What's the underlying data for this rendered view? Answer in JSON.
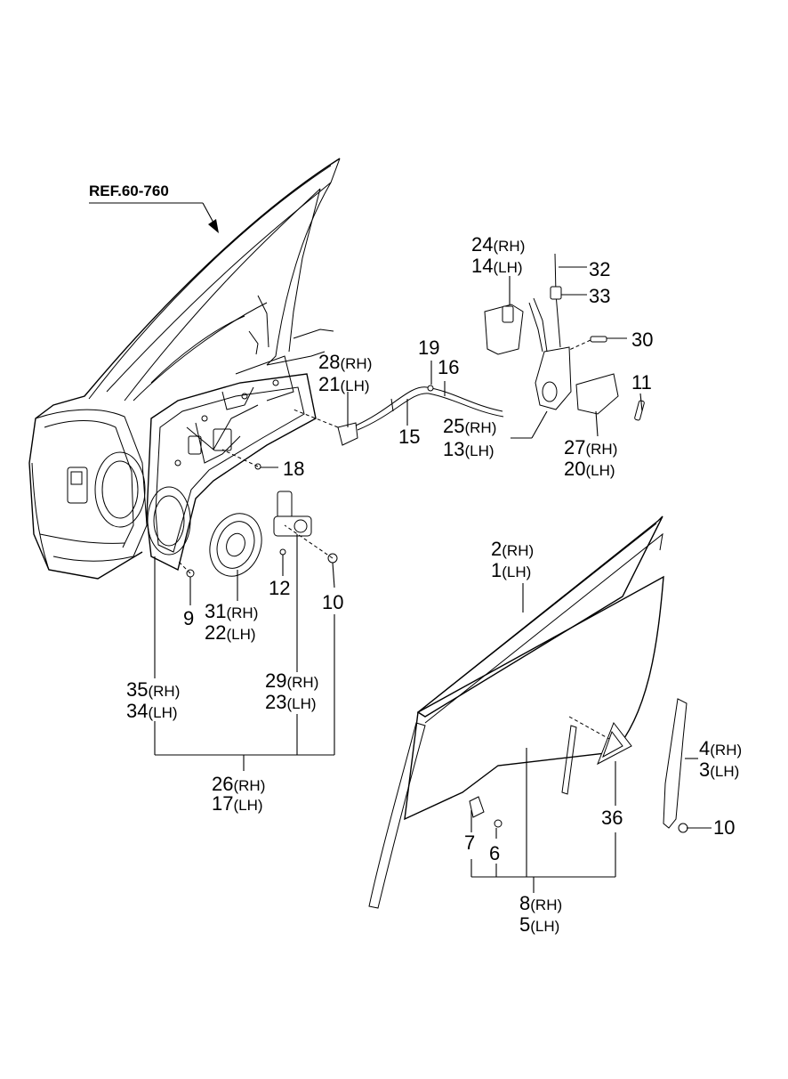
{
  "reference": "REF.60-760",
  "labels": {
    "l1": {
      "num": "1",
      "side": "(LH)"
    },
    "l2": {
      "num": "2",
      "side": "(RH)"
    },
    "l3": {
      "num": "3",
      "side": "(LH)"
    },
    "l4": {
      "num": "4",
      "side": "(RH)"
    },
    "l5": {
      "num": "5",
      "side": "(LH)"
    },
    "l6": {
      "num": "6",
      "side": ""
    },
    "l7": {
      "num": "7",
      "side": ""
    },
    "l8": {
      "num": "8",
      "side": "(RH)"
    },
    "l9": {
      "num": "9",
      "side": ""
    },
    "l10a": {
      "num": "10",
      "side": ""
    },
    "l10b": {
      "num": "10",
      "side": ""
    },
    "l11": {
      "num": "11",
      "side": ""
    },
    "l12": {
      "num": "12",
      "side": ""
    },
    "l13": {
      "num": "13",
      "side": "(LH)"
    },
    "l14": {
      "num": "14",
      "side": "(LH)"
    },
    "l15": {
      "num": "15",
      "side": ""
    },
    "l16": {
      "num": "16",
      "side": ""
    },
    "l17": {
      "num": "17",
      "side": "(LH)"
    },
    "l18": {
      "num": "18",
      "side": ""
    },
    "l19": {
      "num": "19",
      "side": ""
    },
    "l20": {
      "num": "20",
      "side": "(LH)"
    },
    "l21": {
      "num": "21",
      "side": "(LH)"
    },
    "l22": {
      "num": "22",
      "side": "(LH)"
    },
    "l23": {
      "num": "23",
      "side": "(LH)"
    },
    "l24": {
      "num": "24",
      "side": "(RH)"
    },
    "l25": {
      "num": "25",
      "side": "(RH)"
    },
    "l26": {
      "num": "26",
      "side": "(RH)"
    },
    "l27": {
      "num": "27",
      "side": "(RH)"
    },
    "l28": {
      "num": "28",
      "side": "(RH)"
    },
    "l29": {
      "num": "29",
      "side": "(RH)"
    },
    "l30": {
      "num": "30",
      "side": ""
    },
    "l31": {
      "num": "31",
      "side": "(RH)"
    },
    "l32": {
      "num": "32",
      "side": ""
    },
    "l33": {
      "num": "33",
      "side": ""
    },
    "l34": {
      "num": "34",
      "side": "(LH)"
    },
    "l35": {
      "num": "35",
      "side": "(RH)"
    },
    "l36": {
      "num": "36",
      "side": ""
    }
  }
}
